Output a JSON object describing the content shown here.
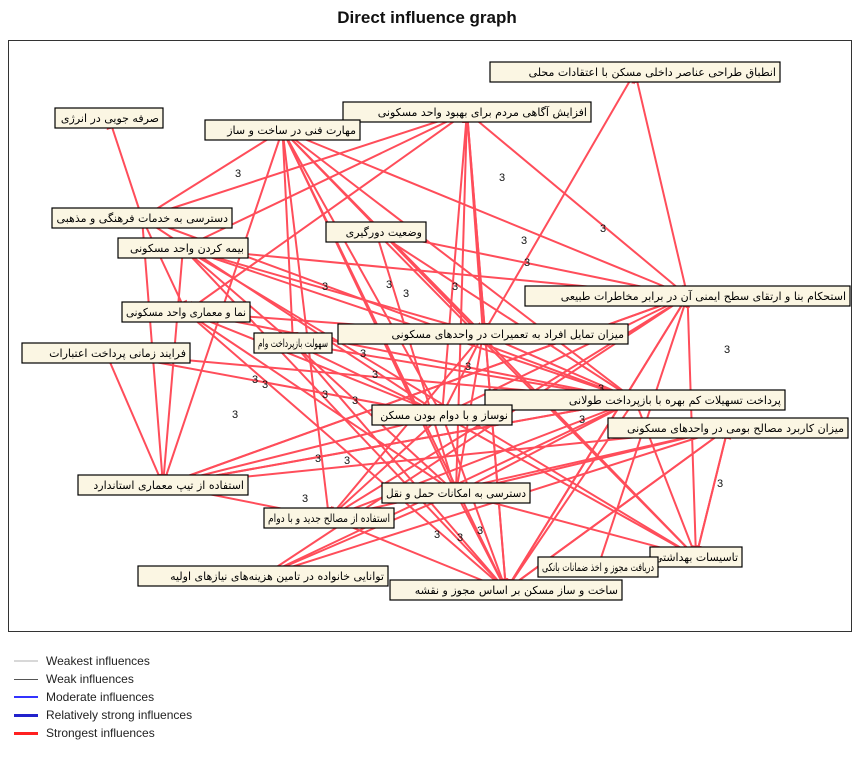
{
  "title": "Direct influence graph",
  "nodes": [
    {
      "id": "n1",
      "label": "انطباق طراحی عناصر داخلی مسکن با اعتقادات محلی"
    },
    {
      "id": "n2",
      "label": "افزایش آگاهی مردم برای بهبود واحد مسکونی"
    },
    {
      "id": "n3",
      "label": "صرفه جویی در انرژی"
    },
    {
      "id": "n4",
      "label": "مهارت فنی در ساخت و ساز"
    },
    {
      "id": "n5",
      "label": "دسترسی به خدمات فرهنگی و مذهبی"
    },
    {
      "id": "n6",
      "label": "وضعیت دورگیری"
    },
    {
      "id": "n7",
      "label": "بیمه کردن واحد مسکونی"
    },
    {
      "id": "n8",
      "label": "استحکام بنا و ارتقای سطح ایمنی آن در برابر مخاطرات طبیعی"
    },
    {
      "id": "n9",
      "label": "نما و معماری واحد مسکونی"
    },
    {
      "id": "n10",
      "label": "میزان تمایل افراد به تعمیرات در واحدهای مسکونی"
    },
    {
      "id": "n11",
      "label": "فرایند زمانی پرداخت اعتبارات"
    },
    {
      "id": "n12",
      "label": "سهولت بازپرداخت وام"
    },
    {
      "id": "n13",
      "label": "پرداخت تسهیلات کم بهره با بازپرداخت طولانی"
    },
    {
      "id": "n14",
      "label": "نوساز و با دوام بودن مسکن"
    },
    {
      "id": "n15",
      "label": "میزان کاربرد مصالح بومی در واحدهای مسکونی"
    },
    {
      "id": "n16",
      "label": "استفاده از تیپ معماری استاندارد"
    },
    {
      "id": "n17",
      "label": "دسترسی به امکانات حمل و نقل"
    },
    {
      "id": "n18",
      "label": "استفاده از مصالح جدید و با دوام"
    },
    {
      "id": "n19",
      "label": "تاسیسات بهداشتی"
    },
    {
      "id": "n20",
      "label": "دریافت مجوز و اخذ ضمانات بانکی"
    },
    {
      "id": "n21",
      "label": "توانایی خانواده در تامین هزینه‌های نیازهای اولیه"
    },
    {
      "id": "n22",
      "label": "ساخت و ساز مسکن بر اساس مجوز و نقشه"
    }
  ],
  "edge_labels": [
    "3"
  ],
  "legend": [
    {
      "label": "Weakest influences",
      "color": "#d8d8d8"
    },
    {
      "label": "Weak influences",
      "color": "#555555"
    },
    {
      "label": "Moderate influences",
      "color": "#3333ff"
    },
    {
      "label": "Relatively strong influences",
      "color": "#2222cc"
    },
    {
      "label": "Strongest influences",
      "color": "#ff2020"
    }
  ],
  "colors": {
    "edge": "#ff4d5a",
    "node_fill": "#fbf6e3"
  }
}
